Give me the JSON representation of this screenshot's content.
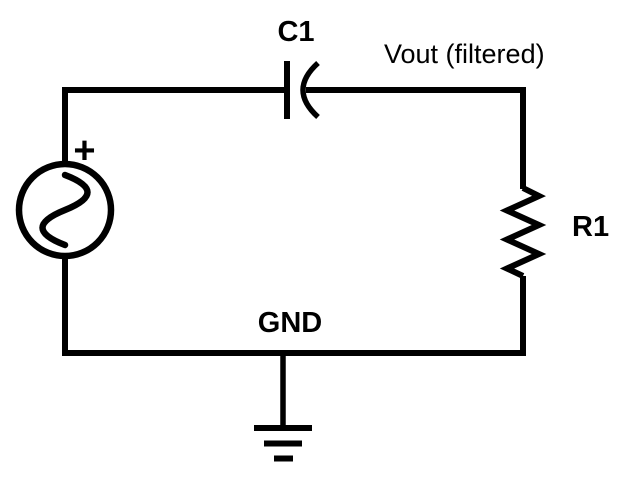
{
  "diagram": {
    "kind": "circuit-schematic",
    "colors": {
      "background": "#ffffff",
      "ink": "#000000"
    },
    "labels": {
      "capacitor_designator": "C1",
      "output_node": "Vout (filtered)",
      "resistor_designator": "R1",
      "ground_node": "GND",
      "source_polarity": "+"
    },
    "icons": [
      "ac-voltage-source-icon",
      "capacitor-icon",
      "resistor-icon",
      "earth-ground-icon"
    ]
  }
}
